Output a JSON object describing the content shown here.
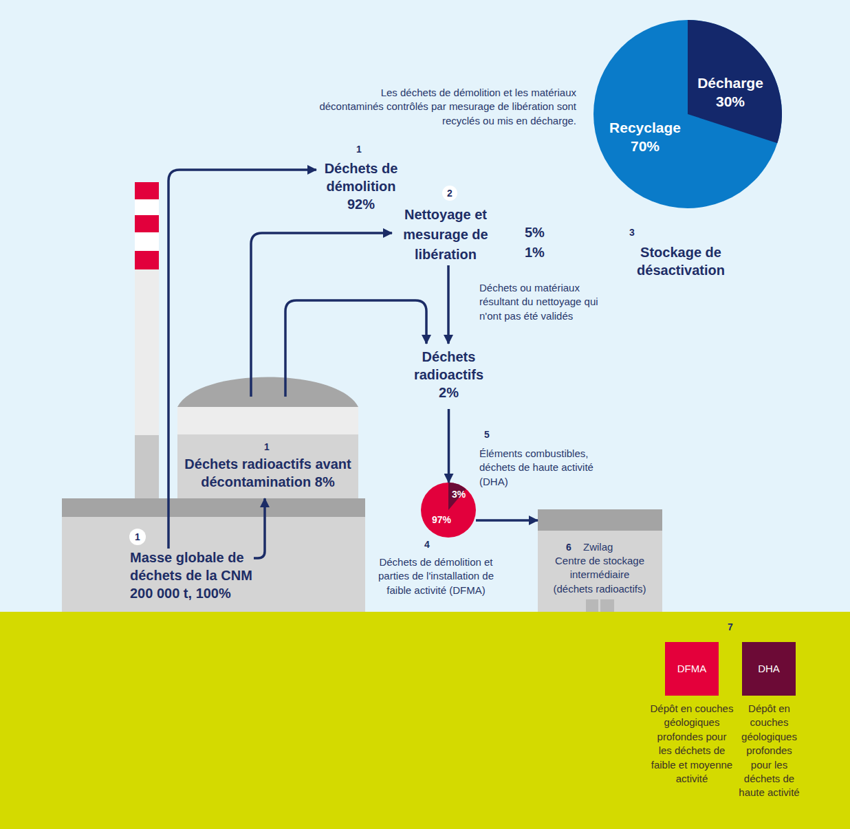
{
  "diagram": {
    "nodes": [
      {
        "text": [
          "Masse globale de déchets de la CNM 200 000 t, 100%"
        ]
      },
      {
        "text": [
          "Déchets radioactifs avant décontamination 8%"
        ]
      },
      {
        "text": [
          "Déchets de démolition 92%"
        ]
      },
      {
        "text": [
          "Nettoyage et mesurage de libération"
        ]
      },
      {
        "text": [
          "Déchets radioactifs 2%"
        ]
      },
      {
        "text": [
          "97%",
          "3%"
        ]
      },
      {
        "text": [
          "Zwilag",
          "Centre de stockage intermédiaire (déchets radioactifs)"
        ]
      },
      {
        "text": [
          "DFMA"
        ]
      },
      {
        "text": [
          "DHA"
        ]
      },
      {
        "text": [
          "Décharge 30%",
          "Recyclage 70%"
        ]
      }
    ],
    "edges": [
      {
        "from": 0,
        "to": 2,
        "arrow": "to"
      },
      {
        "from": 0,
        "to": 1,
        "arrow": "to"
      },
      {
        "from": 1,
        "to": 3,
        "arrow": "to"
      },
      {
        "from": 1,
        "to": 4,
        "arrow": "to"
      },
      {
        "from": 3,
        "to": 4,
        "label": "Déchets ou matériaux résultant du nettoyage qui n'ont pas été validés",
        "arrow": "to"
      },
      {
        "from": 4,
        "to": 5,
        "arrow": "to"
      },
      {
        "from": 5,
        "to": 6,
        "arrow": "to"
      }
    ],
    "labels": [
      "Les déchets de démolition et les matériaux décontaminés contrôlés par mesurage de libération sont recyclés ou mis en décharge.",
      "1",
      "2",
      "5%",
      "1%",
      "3",
      "Stockage de désactivation",
      "1",
      "1",
      "5",
      "Éléments combustibles, déchets de haute activité (DHA)",
      "4",
      "Déchets de démolition et parties de l'installation de faible activité (DFMA)",
      "6",
      "7",
      "Dépôt en couches géologiques profondes pour les déchets de faible et moyenne activité",
      "Dépôt en couches géologiques profondes pour les déchets de haute activité"
    ]
  }
}
